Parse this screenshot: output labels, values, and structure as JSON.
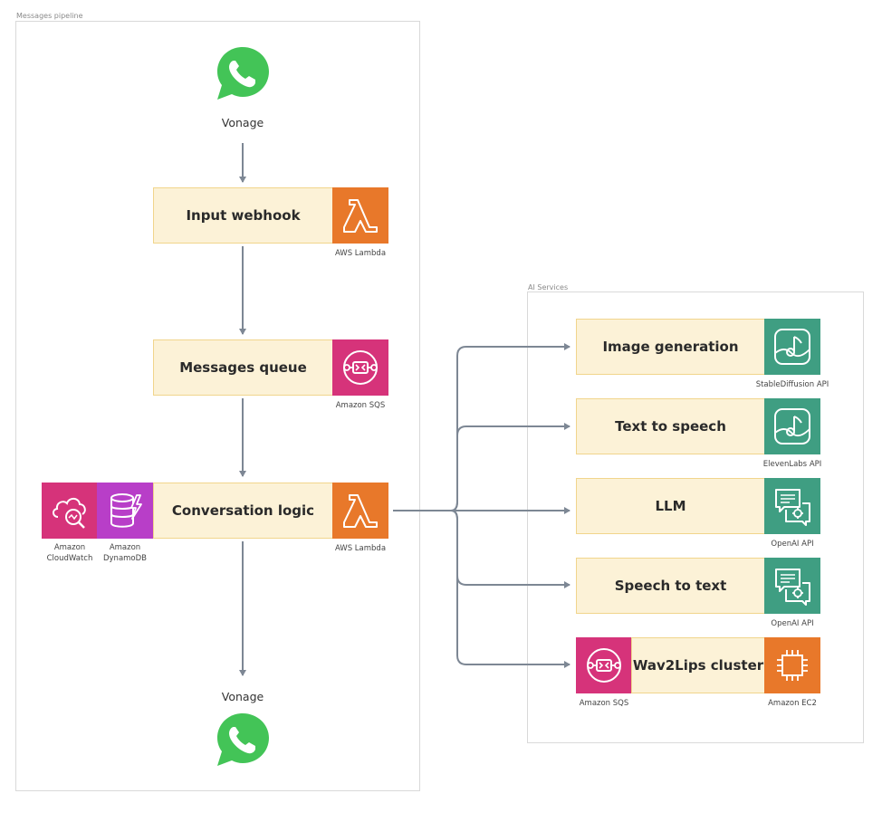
{
  "groups": {
    "messages_pipeline": "Messages pipeline",
    "ai_services": "AI Services"
  },
  "pipeline": {
    "vonage_top": "Vonage",
    "input_webhook": "Input webhook",
    "input_webhook_service": "AWS Lambda",
    "messages_queue": "Messages queue",
    "messages_queue_service": "Amazon SQS",
    "conversation_logic": "Conversation logic",
    "conversation_logic_service": "AWS Lambda",
    "cloudwatch": [
      "Amazon",
      "CloudWatch"
    ],
    "dynamodb": [
      "Amazon",
      "DynamoDB"
    ],
    "vonage_bottom": "Vonage"
  },
  "ai_services": [
    {
      "label": "Image generation",
      "service": "StableDiffusion API",
      "icon": "stablediffusion-icon"
    },
    {
      "label": "Text to speech",
      "service": "ElevenLabs API",
      "icon": "elevenlabs-icon"
    },
    {
      "label": "LLM",
      "service": "OpenAI API",
      "icon": "openai-icon"
    },
    {
      "label": "Speech to text",
      "service": "OpenAI API",
      "icon": "openai-icon"
    },
    {
      "label": "Wav2Lips cluster",
      "service": "Amazon EC2",
      "queue_service": "Amazon SQS",
      "icon": "ec2-icon"
    }
  ],
  "colors": {
    "box_fill": "#fcf2d7",
    "box_border": "#f1d58c",
    "lambda": "#e8782a",
    "sqs": "#d6337a",
    "dynamodb": "#b83ec8",
    "api": "#3f9e82",
    "whatsapp": "#43c457",
    "arrow": "#7d8794"
  }
}
